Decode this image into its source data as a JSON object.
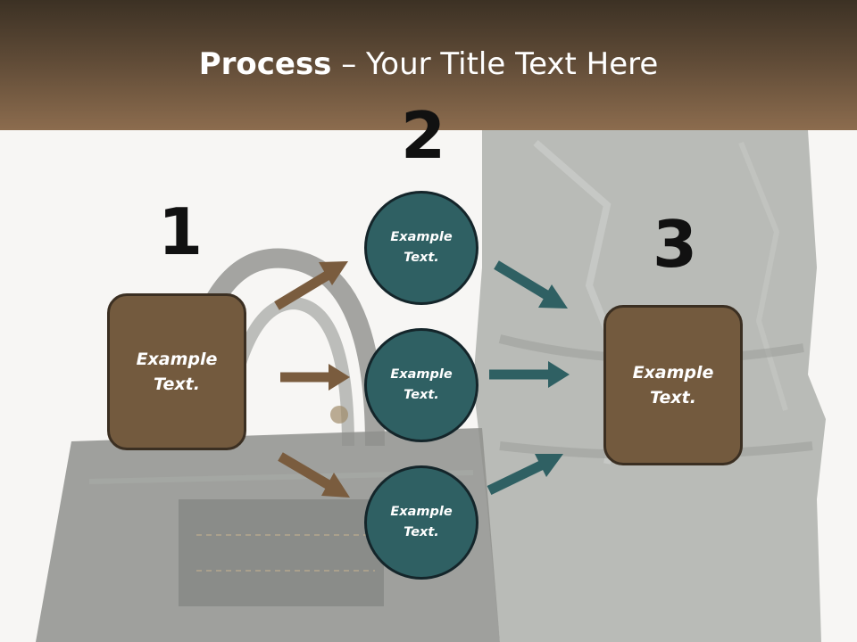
{
  "title": {
    "bold": "Process",
    "rest": " – Your Title Text Here"
  },
  "steps": {
    "one": {
      "number": "1",
      "text": "Example\nText."
    },
    "two": {
      "number": "2",
      "items": [
        {
          "text": "Example\nText."
        },
        {
          "text": "Example\nText."
        },
        {
          "text": "Example\nText."
        }
      ]
    },
    "three": {
      "number": "3",
      "text": "Example\nText."
    }
  },
  "colors": {
    "brown": "#735a3e",
    "teal": "#2f6063",
    "brown_arrow": "#7a5c3e",
    "teal_arrow": "#2f6063"
  }
}
